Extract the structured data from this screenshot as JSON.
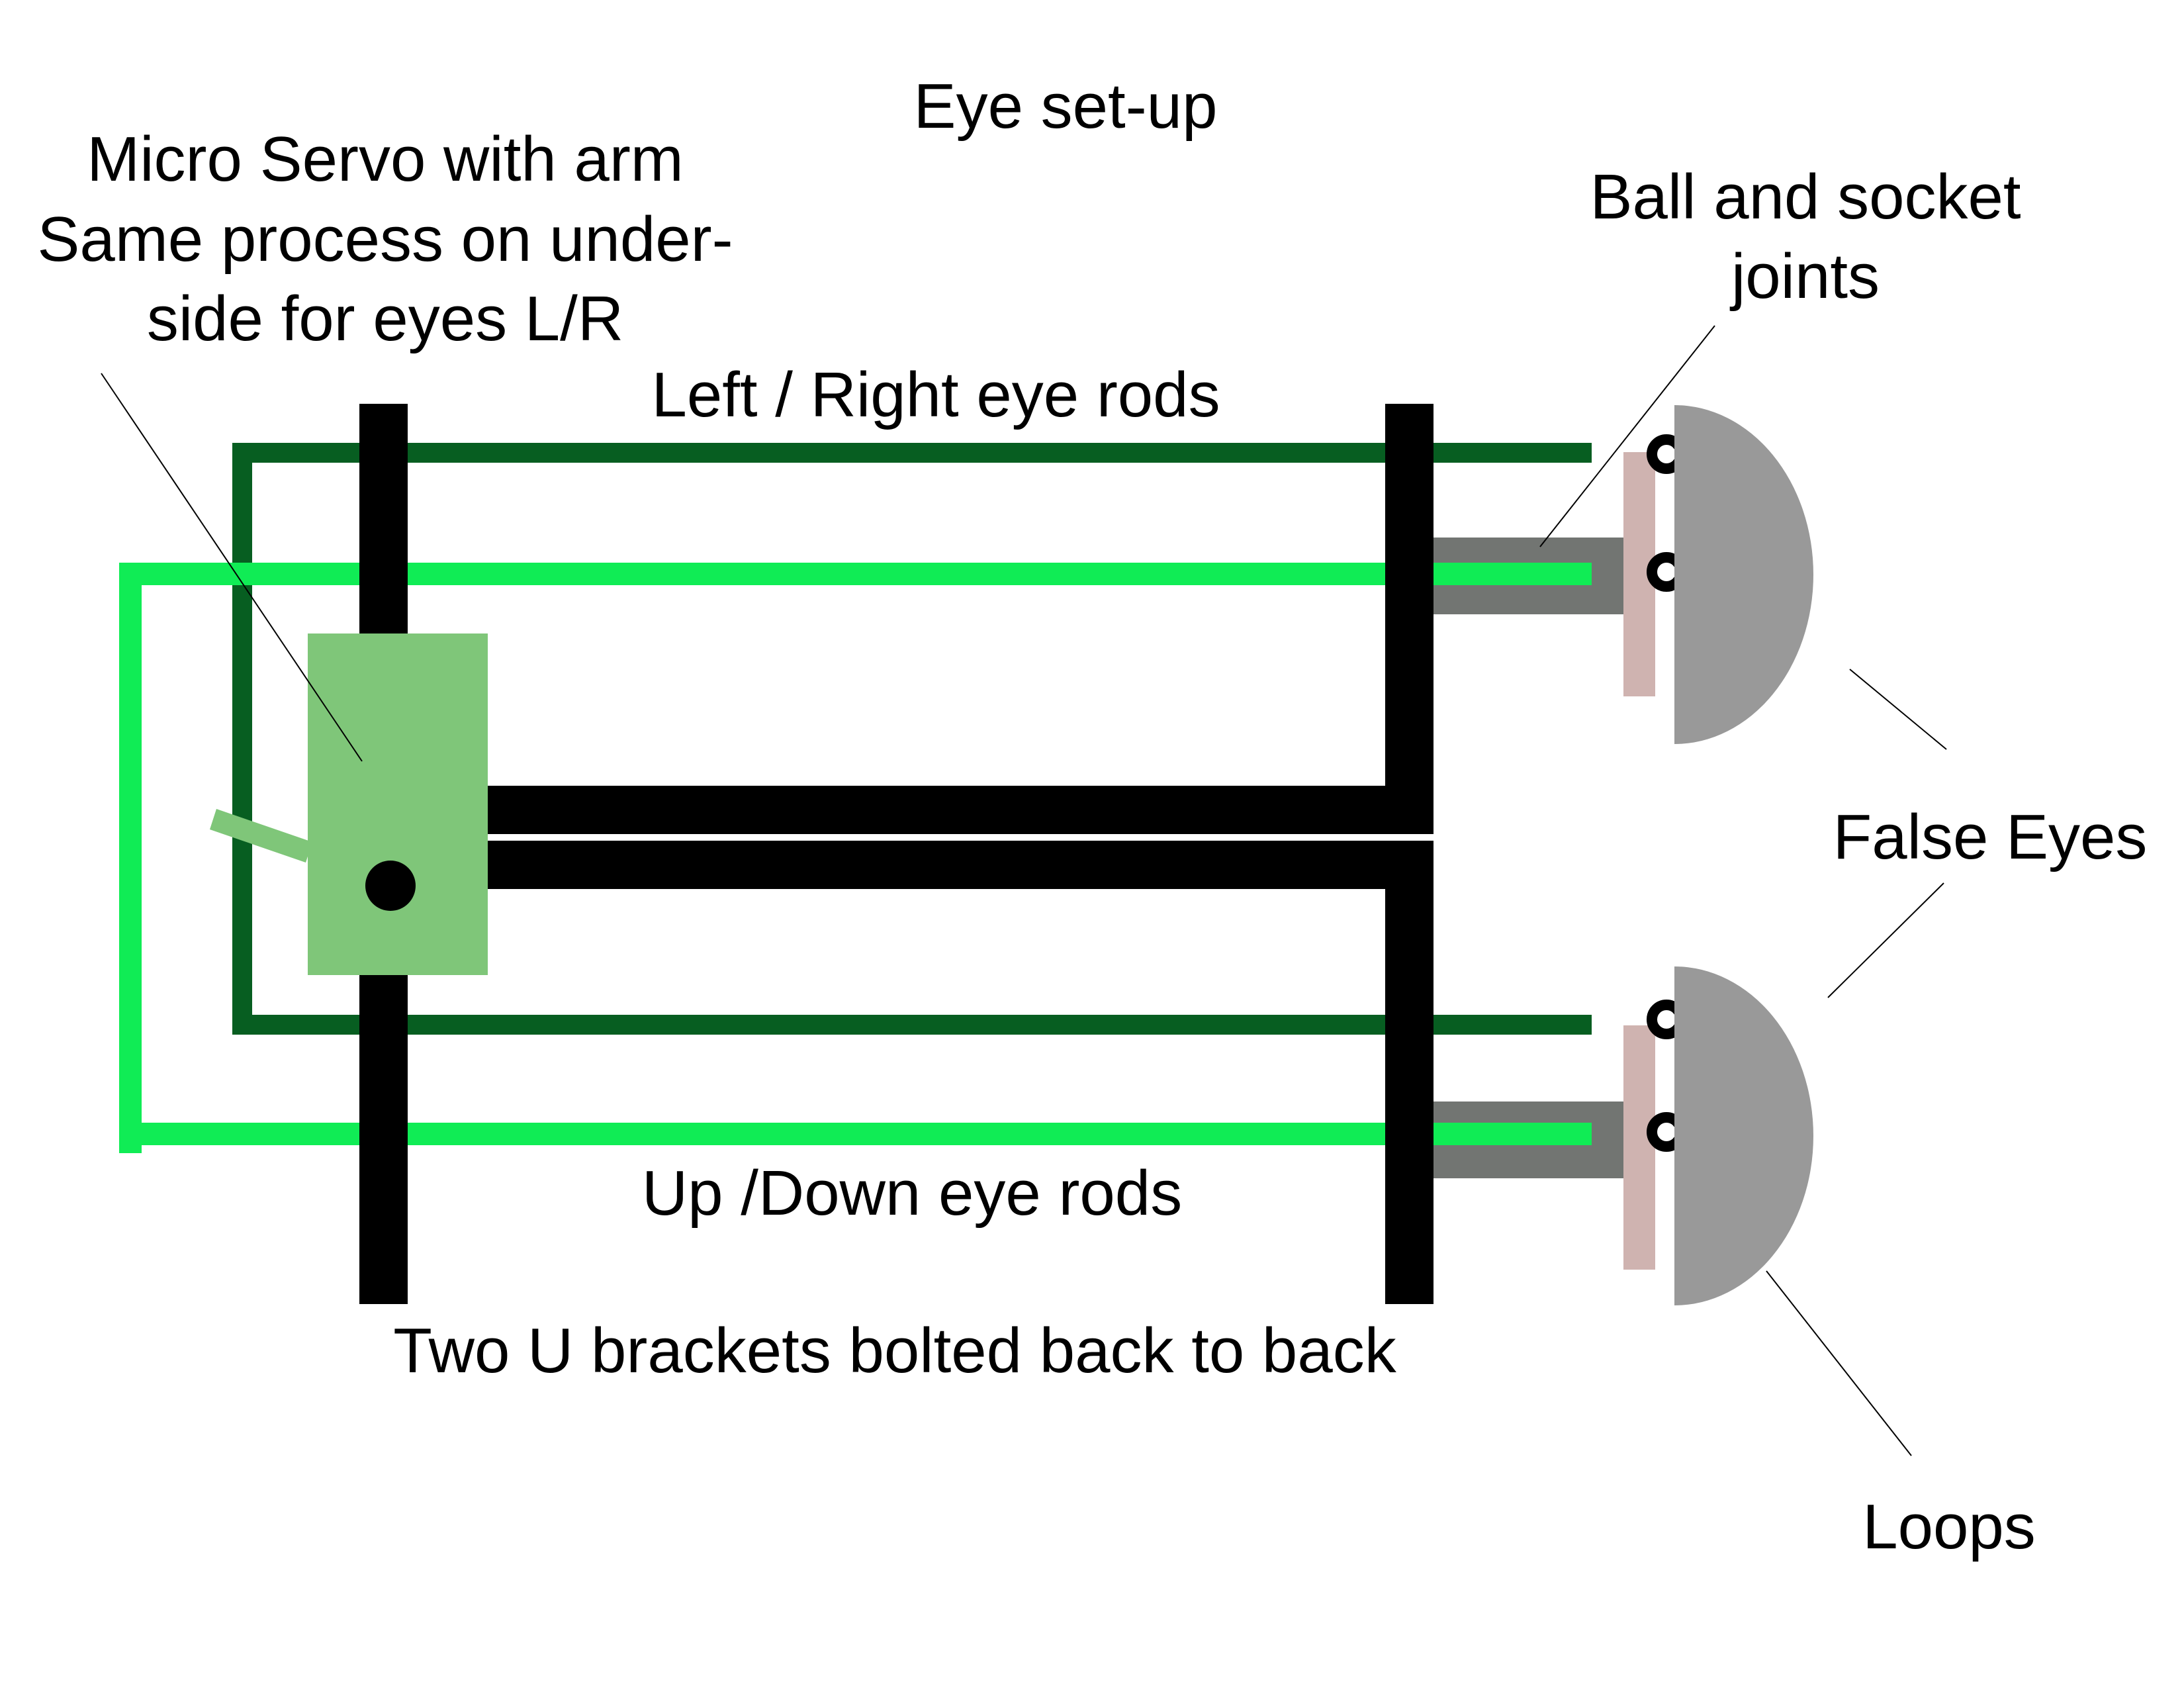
{
  "title": "Eye set-up",
  "labels": {
    "servo_line1": "Micro Servo with arm",
    "servo_line2": "Same process on under-",
    "servo_line3": "side for eyes L/R",
    "lr_rods": "Left / Right eye rods",
    "ud_rods": "Up /Down eye rods",
    "brackets": "Two U brackets bolted back to back",
    "ball_socket_line1": "Ball and socket",
    "ball_socket_line2": "joints",
    "false_eyes": "False Eyes",
    "loops": "Loops"
  },
  "colors": {
    "background": "#ffffff",
    "bracket": "#000000",
    "lr_rod": "#075e21",
    "ud_rod": "#10ec55",
    "servo": "#7fc679",
    "servo_arm": "#7fc679",
    "servo_hub": "#000000",
    "ball_socket_rod": "#727572",
    "mount_plate": "#cfb3b0",
    "eye": "#999999",
    "loop": "#000000",
    "leader_line": "#000000",
    "text": "#000000"
  }
}
